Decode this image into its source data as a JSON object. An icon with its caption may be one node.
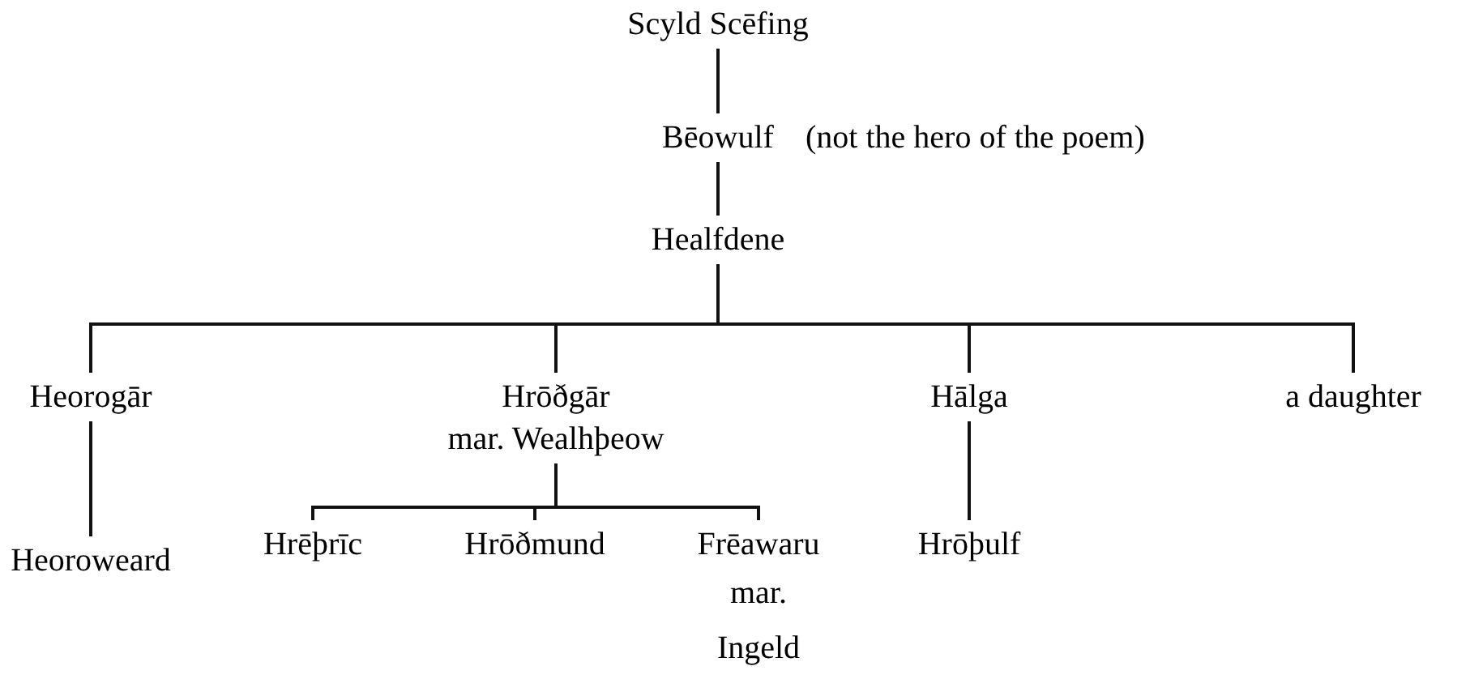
{
  "diagram": {
    "nodes": [
      {
        "text": [
          "Scyld Scēfing"
        ]
      },
      {
        "text": [
          "Bēowulf"
        ],
        "beside": [
          "(not the hero of the poem)"
        ]
      },
      {
        "text": [
          "Healfdene"
        ]
      },
      {
        "text": [
          "Heorogār"
        ]
      },
      {
        "text": [
          "Hrōðgār",
          "mar. Wealhþeow"
        ]
      },
      {
        "text": [
          "Hālga"
        ]
      },
      {
        "text": [
          "a daughter"
        ]
      },
      {
        "text": [
          "Heoroweard"
        ]
      },
      {
        "text": [
          "Hrēþrīc"
        ]
      },
      {
        "text": [
          "Hrōðmund"
        ]
      },
      {
        "text": [
          "Frēawaru",
          "mar. Ingeld"
        ]
      },
      {
        "text": [
          "Hrōþulf"
        ]
      }
    ],
    "edges": [
      {
        "from": 0,
        "to": 1,
        "arrow": "none"
      },
      {
        "from": 1,
        "to": 2,
        "arrow": "none"
      },
      {
        "from": 2,
        "to": 3,
        "arrow": "none"
      },
      {
        "from": 2,
        "to": 4,
        "arrow": "none"
      },
      {
        "from": 2,
        "to": 5,
        "arrow": "none"
      },
      {
        "from": 2,
        "to": 6,
        "arrow": "none"
      },
      {
        "from": 3,
        "to": 7,
        "arrow": "none"
      },
      {
        "from": 4,
        "to": 8,
        "arrow": "none"
      },
      {
        "from": 4,
        "to": 9,
        "arrow": "none"
      },
      {
        "from": 4,
        "to": 10,
        "arrow": "none"
      },
      {
        "from": 5,
        "to": 11,
        "arrow": "none"
      }
    ]
  }
}
